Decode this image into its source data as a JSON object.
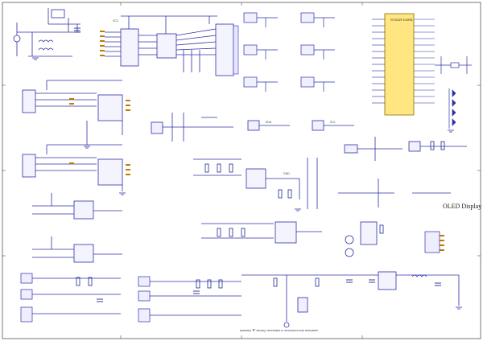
{
  "sheet": {
    "oled_label": "OLED Display",
    "chip_label": "STM32F103RB",
    "bottom_note": "пример 'R' между питаним и положностью внешнее",
    "wire_color": "#2d2fa8",
    "component_color": "#1f2a8a",
    "pin_color": "#c07a00",
    "chip_fill": "#ffe680",
    "border_color": "#333333",
    "net_labels": [
      "VCC",
      "GND",
      "SDA",
      "SCL"
    ]
  }
}
